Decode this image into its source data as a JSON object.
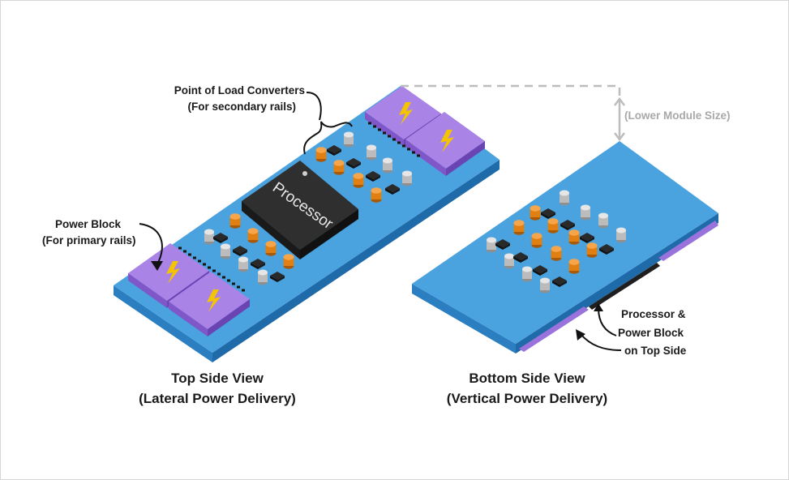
{
  "labels": {
    "pol_title": "Point of Load Converters",
    "pol_sub": "(For secondary rails)",
    "power_title": "Power Block",
    "power_sub": "(For primary rails)",
    "lower_module": "(Lower Module Size)",
    "processor": "Processor",
    "top_view_title": "Top Side View",
    "top_view_sub": "(Lateral Power Delivery)",
    "bottom_view_title": "Bottom Side View",
    "bottom_view_sub": "(Vertical Power Delivery)",
    "note_line1": "Processor &",
    "note_line2": "Power Block",
    "note_line3": "on Top Side"
  },
  "colors": {
    "board_top": "#4aa3df",
    "board_side": "#2b7fc0",
    "board_front": "#1f6aa8",
    "power_block": "#a983e6",
    "power_block_side": "#7f57c8",
    "bolt": "#f5c400",
    "processor": "#2f2f2f",
    "inductor": "#e88a1a",
    "capacitor": "#c9c9c9",
    "ic": "#262626",
    "gray_dash": "#bdbdbd"
  }
}
